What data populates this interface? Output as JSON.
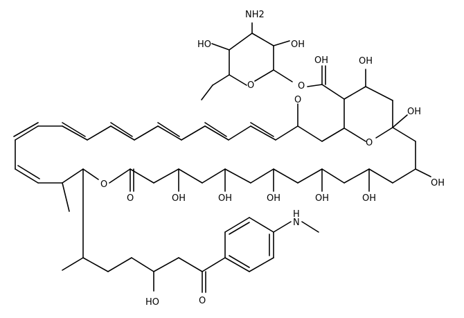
{
  "labels": {
    "amino_sugar_nh2": "NH2",
    "sugar_oh_left": "HO",
    "sugar_oh_right": "OH",
    "sugar_ring_o": "O",
    "glycoside_o": "O",
    "acid_oh": "OH",
    "acid_o": "O",
    "pyran_oh_top": "OH",
    "pyran_ring_o": "O",
    "hemiketal_oh": "OH",
    "ester_o": "O",
    "ester_carbonyl_o": "O",
    "oh_1": "OH",
    "oh_2": "OH",
    "oh_3": "OH",
    "oh_4": "OH",
    "oh_5": "OH",
    "oh_6": "OH",
    "nh_methyl": "H",
    "nh_n": "N",
    "sidechain_oh": "OH",
    "sidechain_ho": "HO",
    "ketone_o": "O"
  }
}
